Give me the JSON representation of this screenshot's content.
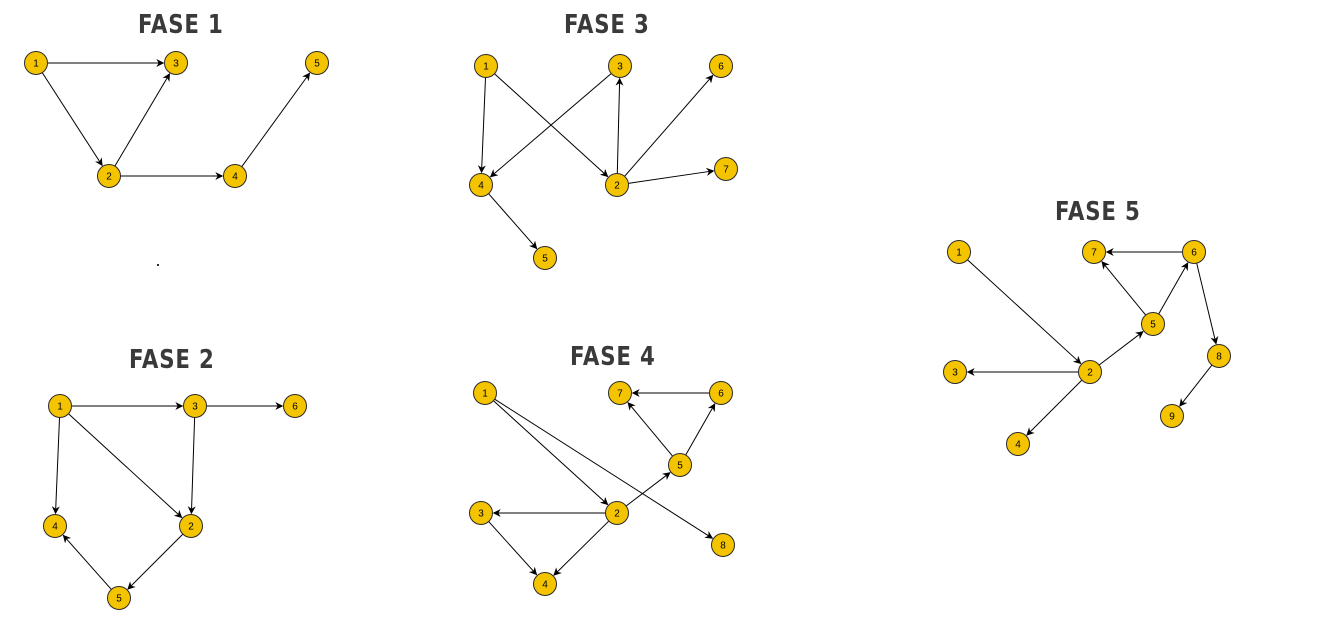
{
  "node_color": "#F5C400",
  "edge_color": "#000000",
  "title_color": "#3a3a3a",
  "graphs": [
    {
      "title": "FASE 1",
      "nodes": [
        "1",
        "2",
        "3",
        "4",
        "5"
      ],
      "edges": [
        [
          "1",
          "3"
        ],
        [
          "1",
          "2"
        ],
        [
          "2",
          "3"
        ],
        [
          "2",
          "4"
        ],
        [
          "4",
          "5"
        ]
      ]
    },
    {
      "title": "FASE 2",
      "nodes": [
        "1",
        "2",
        "3",
        "4",
        "5",
        "6"
      ],
      "edges": [
        [
          "1",
          "3"
        ],
        [
          "1",
          "4"
        ],
        [
          "1",
          "2"
        ],
        [
          "3",
          "2"
        ],
        [
          "3",
          "6"
        ],
        [
          "2",
          "5"
        ],
        [
          "5",
          "4"
        ]
      ]
    },
    {
      "title": "FASE 3",
      "nodes": [
        "1",
        "2",
        "3",
        "4",
        "5",
        "6",
        "7"
      ],
      "edges": [
        [
          "1",
          "4"
        ],
        [
          "1",
          "2"
        ],
        [
          "3",
          "4"
        ],
        [
          "2",
          "3"
        ],
        [
          "2",
          "6"
        ],
        [
          "2",
          "7"
        ],
        [
          "4",
          "5"
        ]
      ]
    },
    {
      "title": "FASE 4",
      "nodes": [
        "1",
        "2",
        "3",
        "4",
        "5",
        "6",
        "7",
        "8"
      ],
      "edges": [
        [
          "1",
          "2"
        ],
        [
          "1",
          "8"
        ],
        [
          "2",
          "3"
        ],
        [
          "2",
          "4"
        ],
        [
          "3",
          "4"
        ],
        [
          "2",
          "5"
        ],
        [
          "5",
          "7"
        ],
        [
          "5",
          "6"
        ],
        [
          "6",
          "7"
        ]
      ]
    },
    {
      "title": "FASE 5",
      "nodes": [
        "1",
        "2",
        "3",
        "4",
        "5",
        "6",
        "7",
        "8",
        "9"
      ],
      "edges": [
        [
          "1",
          "2"
        ],
        [
          "2",
          "3"
        ],
        [
          "2",
          "4"
        ],
        [
          "2",
          "5"
        ],
        [
          "5",
          "7"
        ],
        [
          "5",
          "6"
        ],
        [
          "6",
          "7"
        ],
        [
          "6",
          "8"
        ],
        [
          "8",
          "9"
        ]
      ]
    }
  ]
}
